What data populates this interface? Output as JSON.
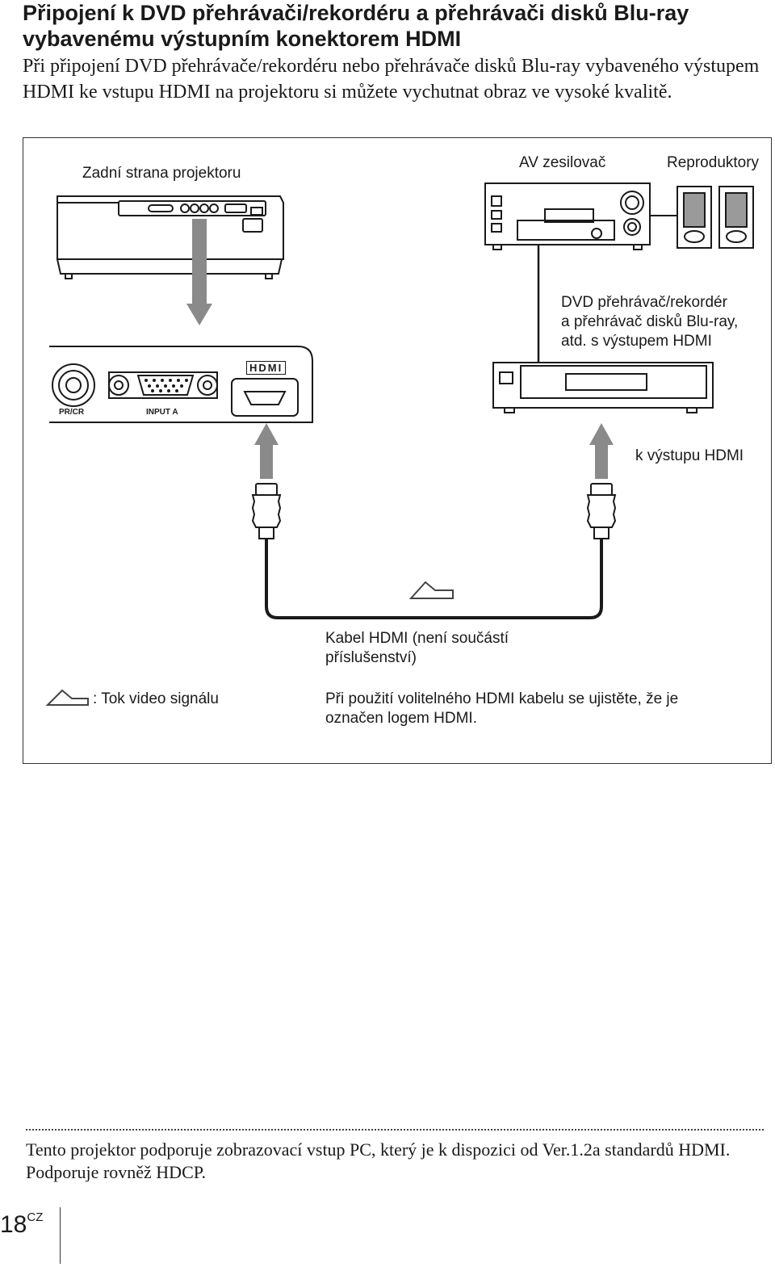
{
  "heading": {
    "line1": "Připojení k DVD přehrávači/rekordéru a přehrávači disků Blu-ray",
    "line2": "vybavenému výstupním konektorem HDMI"
  },
  "intro": "Při připojení DVD přehrávače/rekordéru nebo přehrávače disků Blu-ray vybaveného výstupem HDMI ke vstupu HDMI na projektoru si můžete vychutnat obraz ve vysoké kvalitě.",
  "diagram": {
    "projector_back_label": "Zadní strana projektoru",
    "av_amplifier_label": "AV zesilovač",
    "speakers_label": "Reproduktory",
    "player_label": {
      "line1": "DVD přehrávač/rekordér",
      "line2": "a přehrávač disků Blu-ray,",
      "line3": "atd. s výstupem HDMI"
    },
    "hdmi_out_label": "k výstupu HDMI",
    "cable_label": {
      "line1": "Kabel HDMI (není součástí",
      "line2": "příslušenství)"
    },
    "legend_label": ": Tok video signálu",
    "cable_note": {
      "line1": "Při použití volitelného HDMI kabelu se ujistěte, že je",
      "line2": "označen logem HDMI."
    },
    "port_labels": {
      "pr_cr": "PR/CR",
      "input_a": "INPUT A",
      "hdmi_logo": "HDMI"
    }
  },
  "footnote": "Tento projektor podporuje zobrazovací vstup PC, který je k dispozici od Ver.1.2a standardů HDMI. Podporuje rovněž HDCP.",
  "page": {
    "number": "18",
    "suffix": "CZ"
  }
}
